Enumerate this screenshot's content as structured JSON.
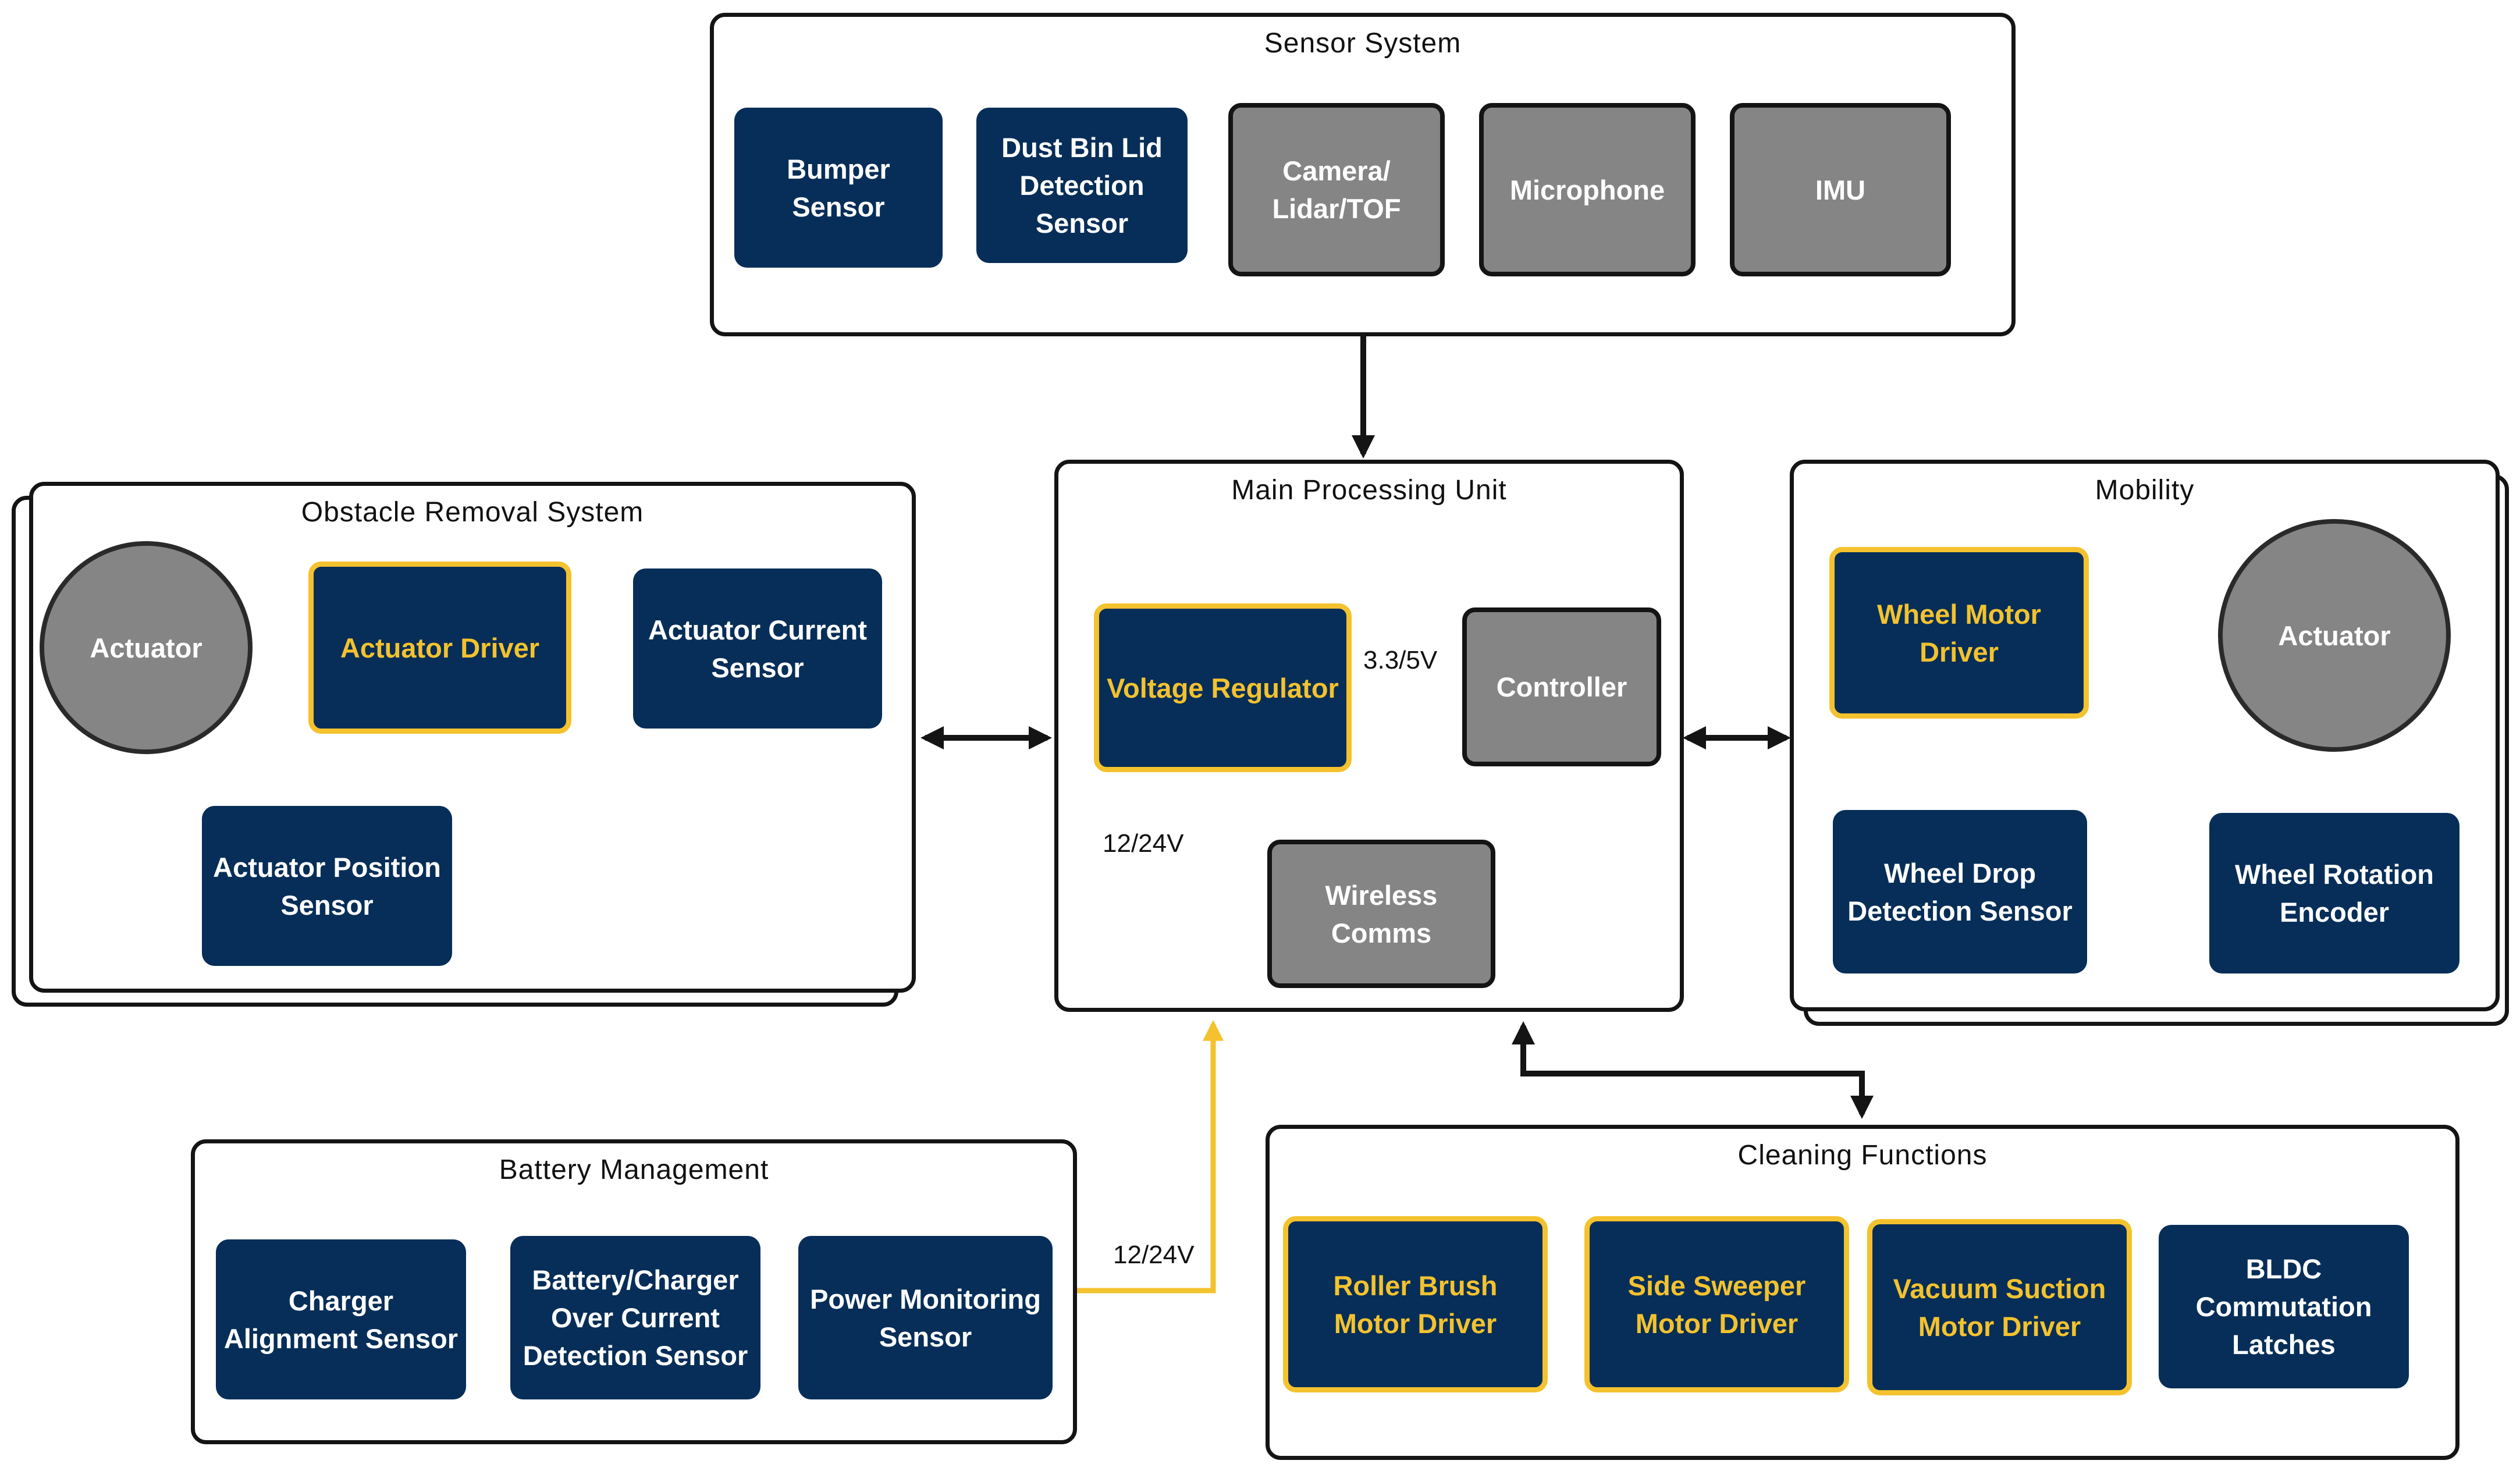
{
  "groups": {
    "sensor_system": "Sensor System",
    "obstacle_removal": "Obstacle Removal System",
    "main_processing": "Main Processing Unit",
    "mobility": "Mobility",
    "battery_management": "Battery Management",
    "cleaning_functions": "Cleaning Functions"
  },
  "sensor_system": {
    "bumper": "Bumper Sensor",
    "dust_bin": "Dust Bin Lid Detection Sensor",
    "camera": "Camera/ Lidar/TOF",
    "microphone": "Microphone",
    "imu": "IMU"
  },
  "obstacle_removal": {
    "actuator": "Actuator",
    "actuator_driver": "Actuator Driver",
    "current_sensor": "Actuator Current Sensor",
    "position_sensor": "Actuator Position Sensor"
  },
  "main_processing": {
    "voltage_regulator": "Voltage Regulator",
    "controller": "Controller",
    "wireless": "Wireless Comms",
    "label_33v": "3.3/5V",
    "label_input": "12/24V"
  },
  "mobility": {
    "wheel_motor_driver": "Wheel Motor Driver",
    "actuator": "Actuator",
    "wheel_drop": "Wheel Drop Detection Sensor",
    "wheel_encoder": "Wheel Rotation Encoder"
  },
  "battery_management": {
    "charger_alignment": "Charger Alignment Sensor",
    "over_current": "Battery/Charger Over Current Detection Sensor",
    "power_monitoring": "Power Monitoring Sensor",
    "label_output": "12/24V"
  },
  "cleaning_functions": {
    "roller_brush": "Roller Brush Motor Driver",
    "side_sweeper": "Side Sweeper Motor Driver",
    "vacuum": "Vacuum Suction Motor Driver",
    "bldc": "BLDC Commutation Latches"
  },
  "colors": {
    "navy": "#062e58",
    "highlight": "#f4c22e",
    "gray": "#858585",
    "power_line": "#f4c22e",
    "regulated_line": "#1aa84a",
    "signal_line": "#141414"
  }
}
